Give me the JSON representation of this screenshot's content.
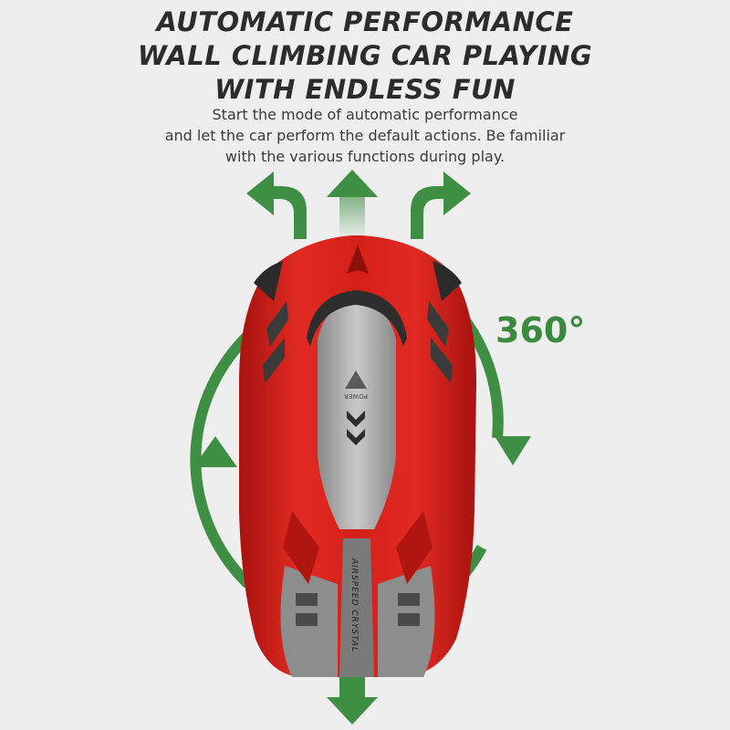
{
  "headline": {
    "line1": "AUTOMATIC PERFORMANCE",
    "line2": "WALL CLIMBING CAR PLAYING",
    "line3": "WITH ENDLESS FUN"
  },
  "description": {
    "line1": "Start the mode of automatic performance",
    "line2": "and let the car perform the default actions. Be familiar",
    "line3": "with the various functions during play."
  },
  "rotation_label": "360°",
  "car": {
    "spine_text": "AIRSPEED CRYSTAL",
    "power_text": "POWER",
    "body_color": "#d8241d",
    "trim_color": "#6e6e6e"
  },
  "arrows": {
    "color": "#3e8e43",
    "directions": [
      "left",
      "forward",
      "right",
      "backward",
      "rotate-clockwise"
    ]
  }
}
